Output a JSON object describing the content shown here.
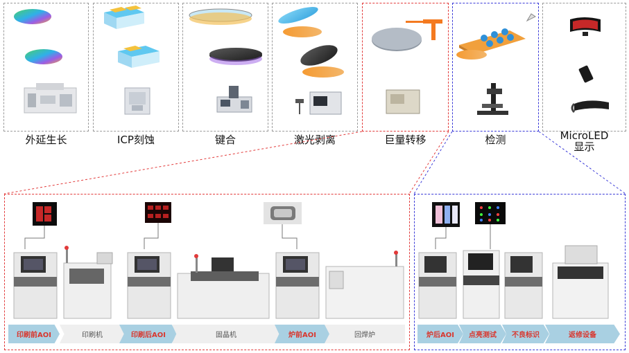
{
  "top_stages": [
    {
      "label": "外延生长"
    },
    {
      "label": "ICP刻蚀"
    },
    {
      "label": "键合"
    },
    {
      "label": "激光剥离"
    },
    {
      "label": "巨量转移"
    },
    {
      "label": "检测"
    },
    {
      "label": "MicroLED\n显示"
    }
  ],
  "process_steps": [
    {
      "label": "印刷前AOI",
      "highlight": true
    },
    {
      "label": "印刷机",
      "highlight": false
    },
    {
      "label": "印刷后AOI",
      "highlight": true
    },
    {
      "label": "固晶机",
      "highlight": false
    },
    {
      "label": "炉前AOI",
      "highlight": true
    },
    {
      "label": "回焊炉",
      "highlight": false
    },
    {
      "label": "炉后AOI",
      "highlight": true
    },
    {
      "label": "点亮测试",
      "highlight": true
    },
    {
      "label": "不良标识",
      "highlight": true
    },
    {
      "label": "返修设备",
      "highlight": true
    }
  ],
  "colors": {
    "red_frame": "#e23a3a",
    "blue_frame": "#3a3ad8",
    "step_highlight_bg": "#a9d0e2",
    "step_highlight_text": "#d9372e"
  }
}
